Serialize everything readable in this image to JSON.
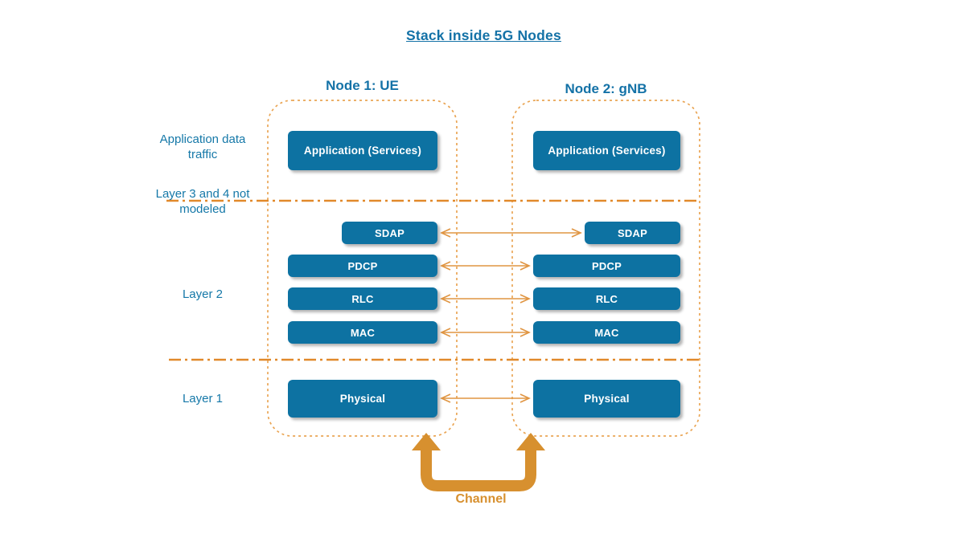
{
  "title": "Stack inside 5G Nodes",
  "colors": {
    "box_blue": "#0D72A2",
    "heading_teal": "#1472A7",
    "side_label_teal": "#1578A8",
    "node_border_orange": "#EAA554",
    "dashdot_orange": "#E1892B",
    "arrow_orange": "#E09542",
    "channel_orange": "#D7902F"
  },
  "side_labels": {
    "app_traffic": "Application data traffic",
    "not_modeled": "Layer 3 and 4 not modeled",
    "layer2": "Layer 2",
    "layer1": "Layer 1"
  },
  "node1": {
    "header": "Node 1: UE",
    "boxes": {
      "application": "Application (Services)",
      "sdap": "SDAP",
      "pdcp": "PDCP",
      "rlc": "RLC",
      "mac": "MAC",
      "physical": "Physical"
    }
  },
  "node2": {
    "header": "Node 2: gNB",
    "boxes": {
      "application": "Application (Services)",
      "sdap": "SDAP",
      "pdcp": "PDCP",
      "rlc": "RLC",
      "mac": "MAC",
      "physical": "Physical"
    }
  },
  "channel": {
    "label": "Channel"
  }
}
